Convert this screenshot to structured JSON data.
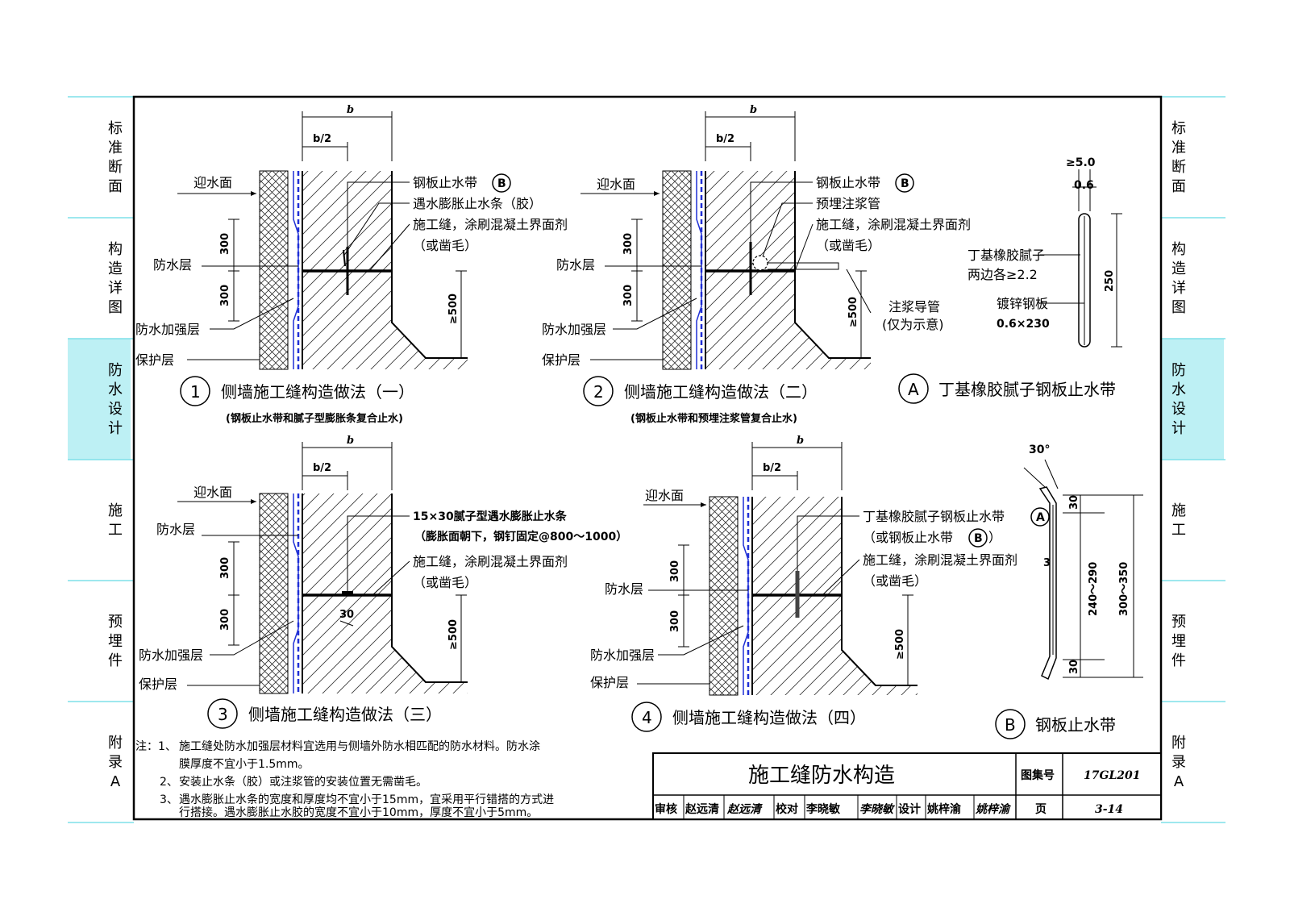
{
  "left_tabs": [
    {
      "label": "标准断面",
      "active": false
    },
    {
      "label": "构造详图",
      "active": false
    },
    {
      "label": "防水设计",
      "active": true
    },
    {
      "label": "施工",
      "active": false
    },
    {
      "label": "预埋件",
      "active": false
    },
    {
      "label": "附录A",
      "active": false
    }
  ],
  "right_tabs": [
    {
      "label": "标准断面",
      "active": false
    },
    {
      "label": "构造详图",
      "active": false
    },
    {
      "label": "防水设计",
      "active": true
    },
    {
      "label": "施工",
      "active": false
    },
    {
      "label": "预埋件",
      "active": false
    },
    {
      "label": "附录A",
      "active": false
    }
  ],
  "colors": {
    "active_tab": "#bdf0f4",
    "rule": "#7fe0e8",
    "membrane": "#1f2fd6"
  },
  "common": {
    "b": "b",
    "b_half": "b/2",
    "d300": "300",
    "d500": "≥500",
    "face": "迎水面",
    "waterproof": "防水层",
    "reinforce": "防水加强层",
    "protect": "保护层"
  },
  "d1": {
    "num": "1",
    "caption": "侧墙施工缝构造做法（一）",
    "sub": "(钢板止水带和腻子型膨胀条复合止水)",
    "l1": "钢板止水带",
    "l1b": "B",
    "l2": "遇水膨胀止水条（胶）",
    "l3": "施工缝，涂刷混凝土界面剂",
    "l4": "（或凿毛）"
  },
  "d2": {
    "num": "2",
    "caption": "侧墙施工缝构造做法（二）",
    "sub": "(钢板止水带和预埋注浆管复合止水)",
    "l1": "钢板止水带",
    "l1b": "B",
    "l2": "预埋注浆管",
    "l3": "施工缝，涂刷混凝土界面剂",
    "l4": "（或凿毛）",
    "l5": "注浆导管",
    "l6": "(仅为示意)"
  },
  "d3": {
    "num": "3",
    "caption": "侧墙施工缝构造做法（三）",
    "l1": "15×30腻子型遇水膨胀止水条",
    "l2": "（膨胀面朝下，钢钉固定@800～1000）",
    "l3": "施工缝，涂刷混凝土界面剂",
    "l4": "（或凿毛）",
    "d30": "30"
  },
  "d4": {
    "num": "4",
    "caption": "侧墙施工缝构造做法（四）",
    "l1": "丁基橡胶腻子钢板止水带",
    "l1b": "A",
    "l2": "（或钢板止水带",
    "l2b": "B",
    "l2c": "）",
    "l3": "施工缝，涂刷混凝土界面剂",
    "l4": "（或凿毛）"
  },
  "dA": {
    "letter": "A",
    "caption": "丁基橡胶腻子钢板止水带",
    "t1": "≥5.0",
    "t2": "0.6",
    "l1": "丁基橡胶腻子",
    "l2": "两边各≥2.2",
    "l3": "镀锌钢板",
    "l4": "0.6×230",
    "d250": "250"
  },
  "dB": {
    "letter": "B",
    "caption": "钢板止水带",
    "angle": "30°",
    "d30a": "30",
    "d30b": "30",
    "d3": "3",
    "dmid": "240～290",
    "dall": "300～350"
  },
  "notes": [
    {
      "prefix": "注：1、",
      "text": "施工缝处防水加强层材料宜选用与侧墙外防水相匹配的防水材料。防水涂"
    },
    {
      "prefix": "",
      "text": "膜厚度不宜小于1.5mm。"
    },
    {
      "prefix": "2、",
      "text": "安装止水条（胶）或注浆管的安装位置无需凿毛。"
    },
    {
      "prefix": "3、",
      "text": "遇水膨胀止水条的宽度和厚度均不宜小于15mm，宜采用平行错搭的方式进"
    },
    {
      "prefix": "",
      "text": "行搭接。遇水膨胀止水胶的宽度不宜小于10mm，厚度不宜小于5mm。"
    }
  ],
  "title_block": {
    "title": "施工缝防水构造",
    "atlas_label": "图集号",
    "atlas_no": "17GL201",
    "review_label": "审核",
    "review_name": "赵远清",
    "review_sig": "赵远清",
    "check_label": "校对",
    "check_name": "李晓敏",
    "check_sig": "李晓敏",
    "design_label": "设计",
    "design_name": "姚梓渝",
    "design_sig": "姚梓渝",
    "page_label": "页",
    "page_no": "3-14"
  }
}
